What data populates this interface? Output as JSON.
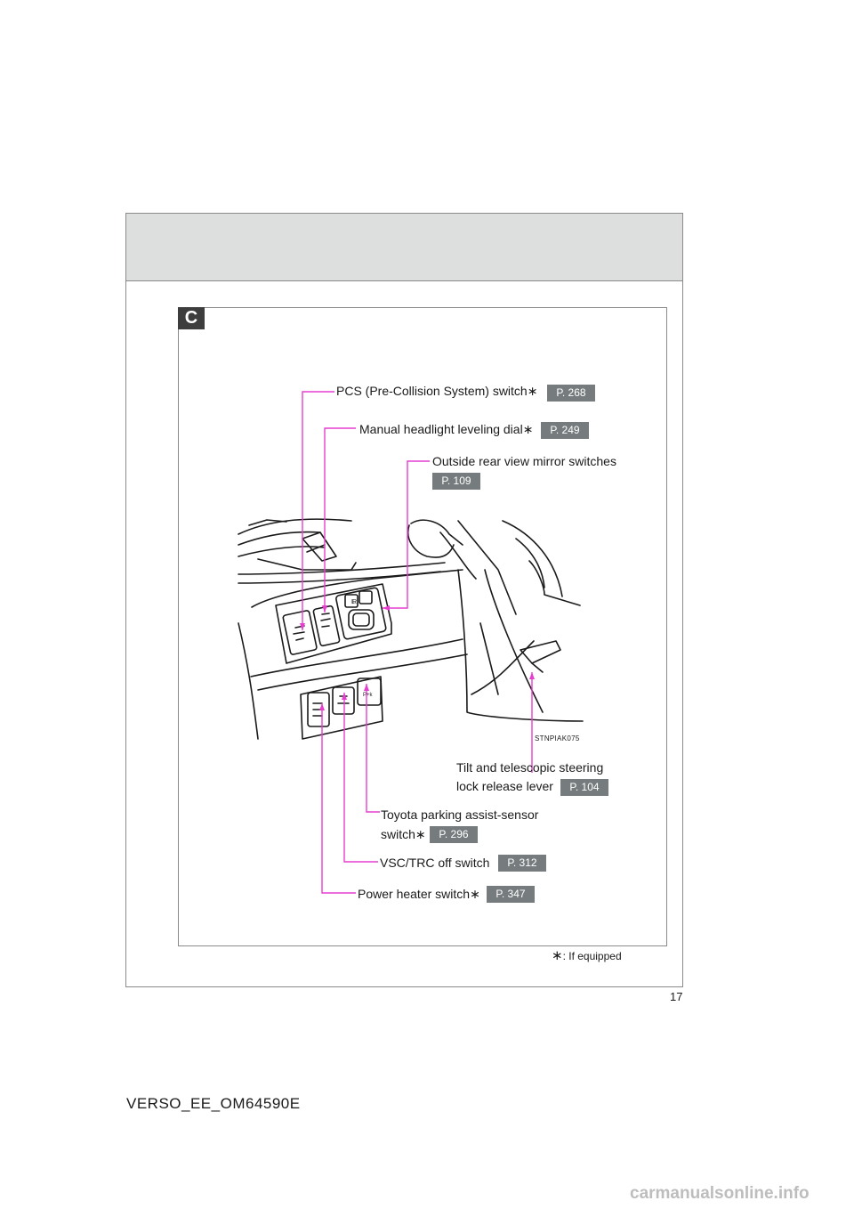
{
  "section": {
    "tag": "C"
  },
  "illustration": {
    "code": "STNPIAK075"
  },
  "callouts": [
    {
      "id": "pcs",
      "label": "PCS (Pre-Collision System) switch",
      "star": "∗",
      "page_ref": "P. 268"
    },
    {
      "id": "headlight",
      "label": "Manual headlight leveling dial",
      "star": "∗",
      "page_ref": "P. 249"
    },
    {
      "id": "mirror",
      "label": "Outside rear view mirror switches",
      "page_ref": "P. 109"
    },
    {
      "id": "tilt",
      "label_line1": "Tilt and telescopic steering",
      "label_line2": "lock release lever",
      "page_ref": "P. 104"
    },
    {
      "id": "parking",
      "label_line1": "Toyota parking assist-sensor",
      "label_line2": "switch",
      "star": "∗",
      "page_ref": "P. 296"
    },
    {
      "id": "vsc",
      "label": "VSC/TRC off switch",
      "page_ref": "P. 312"
    },
    {
      "id": "heater",
      "label": "Power heater switch",
      "star": "∗",
      "page_ref": "P. 347"
    }
  ],
  "footnote": {
    "star": "∗",
    "text": ": If equipped"
  },
  "page": {
    "number": "17",
    "doc_code": "VERSO_EE_OM64590E"
  },
  "watermark": "carmanualsonline.info",
  "colors": {
    "leader_line": "#e63fd0",
    "page_ref_bg": "#767c7d",
    "header_bg": "#dcdfde"
  }
}
